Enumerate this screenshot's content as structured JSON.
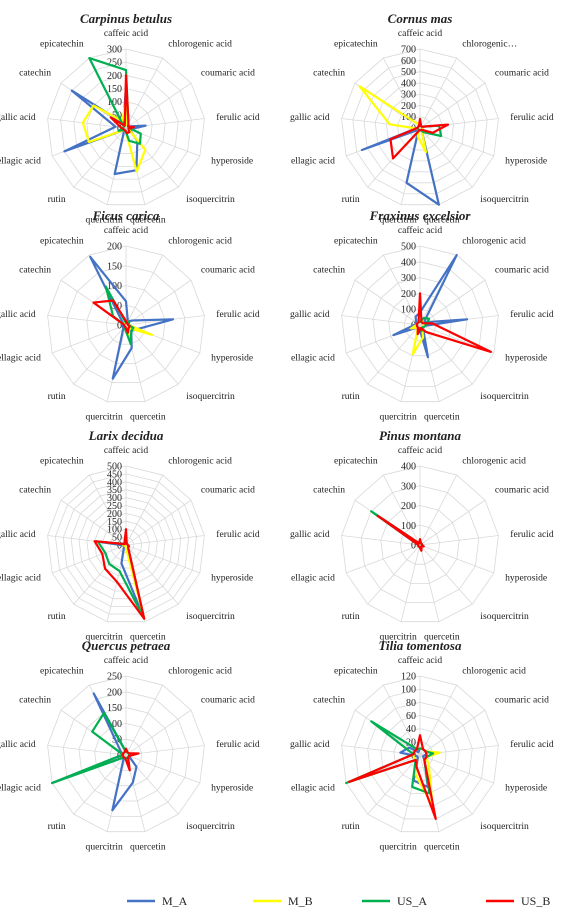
{
  "chart_data": [
    {
      "type": "radar",
      "title": "Carpinus betulus",
      "categories": [
        "caffeic acid",
        "chlorogenic acid",
        "coumaric acid",
        "ferulic acid",
        "hyperoside",
        "isoquercitrin",
        "quercetin",
        "quercitrin",
        "rutin",
        "ellagic acid",
        "gallic acid",
        "catechin",
        "epicatechin"
      ],
      "ticks": [
        "0",
        "50",
        "100",
        "150",
        "200",
        "250",
        "300"
      ],
      "rmax": 300,
      "series": [
        {
          "name": "M_A",
          "values": [
            160,
            15,
            10,
            75,
            15,
            65,
            165,
            180,
            10,
            250,
            40,
            250,
            20
          ]
        },
        {
          "name": "M_B",
          "values": [
            100,
            10,
            10,
            10,
            10,
            110,
            170,
            10,
            10,
            150,
            165,
            150,
            30
          ]
        },
        {
          "name": "US_A",
          "values": [
            220,
            20,
            10,
            10,
            60,
            80,
            50,
            10,
            10,
            30,
            10,
            10,
            300
          ]
        },
        {
          "name": "US_B",
          "values": [
            200,
            20,
            10,
            30,
            10,
            20,
            20,
            10,
            10,
            10,
            20,
            70,
            10
          ]
        }
      ]
    },
    {
      "type": "radar",
      "title": "Cornus mas",
      "categories": [
        "caffeic acid",
        "chlorogenic…",
        "coumaric acid",
        "ferulic acid",
        "hyperoside",
        "isoquercitrin",
        "quercetin",
        "quercitrin",
        "rutin",
        "ellagic acid",
        "gallic acid",
        "catechin",
        "epicatechin"
      ],
      "ticks": [
        "0",
        "100",
        "200",
        "300",
        "400",
        "500",
        "600",
        "700"
      ],
      "rmax": 700,
      "series": [
        {
          "name": "M_A",
          "values": [
            50,
            20,
            20,
            20,
            20,
            20,
            700,
            500,
            20,
            550,
            20,
            20,
            20
          ]
        },
        {
          "name": "M_B",
          "values": [
            50,
            20,
            20,
            20,
            20,
            20,
            220,
            80,
            20,
            20,
            270,
            650,
            40
          ]
        },
        {
          "name": "US_A",
          "values": [
            40,
            20,
            20,
            170,
            200,
            50,
            20,
            20,
            20,
            20,
            20,
            20,
            20
          ]
        },
        {
          "name": "US_B",
          "values": [
            80,
            20,
            20,
            250,
            120,
            20,
            20,
            20,
            360,
            280,
            20,
            20,
            20
          ]
        }
      ]
    },
    {
      "type": "radar",
      "title": "Ficus carica",
      "categories": [
        "caffeic acid",
        "chlorogenic acid",
        "coumaric acid",
        "ferulic acid",
        "hyperoside",
        "isoquercitrin",
        "quercetin",
        "quercitrin",
        "rutin",
        "ellagic acid",
        "gallic acid",
        "catechin",
        "epicatechin"
      ],
      "ticks": [
        "0",
        "50",
        "100",
        "150",
        "200"
      ],
      "rmax": 200,
      "series": [
        {
          "name": "M_A",
          "values": [
            60,
            10,
            20,
            120,
            30,
            20,
            60,
            140,
            10,
            10,
            10,
            10,
            195
          ]
        },
        {
          "name": "M_B",
          "values": [
            5,
            10,
            10,
            5,
            70,
            10,
            40,
            5,
            5,
            5,
            5,
            5,
            5
          ]
        },
        {
          "name": "US_A",
          "values": [
            5,
            10,
            10,
            5,
            20,
            20,
            50,
            10,
            5,
            5,
            5,
            40,
            110
          ]
        },
        {
          "name": "US_B",
          "values": [
            10,
            5,
            5,
            5,
            10,
            10,
            20,
            5,
            5,
            5,
            5,
            100,
            70
          ]
        }
      ]
    },
    {
      "type": "radar",
      "title": "Fraxinus excelsior",
      "categories": [
        "caffeic acid",
        "chlorogenic acid",
        "coumaric acid",
        "ferulic acid",
        "hyperoside",
        "isoquercitrin",
        "quercetin",
        "quercitrin",
        "rutin",
        "ellagic acid",
        "gallic acid",
        "catechin",
        "epicatechin"
      ],
      "ticks": [
        "0",
        "100",
        "200",
        "300",
        "400",
        "500"
      ],
      "rmax": 500,
      "series": [
        {
          "name": "M_A",
          "values": [
            80,
            500,
            30,
            300,
            20,
            30,
            210,
            20,
            20,
            180,
            30,
            30,
            60
          ]
        },
        {
          "name": "M_B",
          "values": [
            30,
            30,
            20,
            30,
            20,
            20,
            80,
            190,
            20,
            60,
            20,
            20,
            20
          ]
        },
        {
          "name": "US_A",
          "values": [
            20,
            50,
            70,
            40,
            30,
            20,
            40,
            20,
            20,
            20,
            20,
            20,
            20
          ]
        },
        {
          "name": "US_B",
          "values": [
            200,
            20,
            20,
            80,
            480,
            60,
            20,
            60,
            20,
            20,
            20,
            20,
            20
          ]
        }
      ]
    },
    {
      "type": "radar",
      "title": "Larix decidua",
      "categories": [
        "caffeic acid",
        "chlorogenic acid",
        "coumaric acid",
        "ferulic acid",
        "hyperoside",
        "isoquercitrin",
        "quercetin",
        "quercitrin",
        "rutin",
        "ellagic acid",
        "gallic acid",
        "catechin",
        "epicatechin"
      ],
      "ticks": [
        "0",
        "50",
        "100",
        "150",
        "200",
        "250",
        "300",
        "350",
        "400",
        "450",
        "500"
      ],
      "rmax": 500,
      "series": [
        {
          "name": "M_A",
          "values": [
            20,
            10,
            10,
            10,
            20,
            20,
            480,
            120,
            20,
            10,
            190,
            10,
            10
          ]
        },
        {
          "name": "M_B",
          "values": [
            20,
            10,
            10,
            10,
            20,
            20,
            480,
            10,
            10,
            10,
            20,
            10,
            10
          ]
        },
        {
          "name": "US_A",
          "values": [
            20,
            10,
            10,
            10,
            20,
            20,
            480,
            170,
            160,
            140,
            180,
            10,
            20
          ]
        },
        {
          "name": "US_B",
          "values": [
            100,
            10,
            10,
            10,
            20,
            20,
            480,
            240,
            200,
            160,
            200,
            10,
            20
          ]
        }
      ]
    },
    {
      "type": "radar",
      "title": "Pinus montana",
      "categories": [
        "caffeic acid",
        "chlorogenic acid",
        "coumaric acid",
        "ferulic acid",
        "hyperoside",
        "isoquercitrin",
        "quercetin",
        "quercitrin",
        "rutin",
        "ellagic acid",
        "gallic acid",
        "catechin",
        "epicatechin"
      ],
      "ticks": [
        "0",
        "100",
        "200",
        "300",
        "400"
      ],
      "rmax": 400,
      "series": [
        {
          "name": "M_A",
          "values": [
            20,
            10,
            10,
            10,
            20,
            10,
            20,
            10,
            10,
            10,
            10,
            280,
            10
          ]
        },
        {
          "name": "M_B",
          "values": [
            10,
            10,
            10,
            10,
            10,
            10,
            10,
            10,
            10,
            10,
            10,
            10,
            10
          ]
        },
        {
          "name": "US_A",
          "values": [
            10,
            10,
            10,
            10,
            10,
            10,
            10,
            10,
            10,
            10,
            10,
            300,
            10
          ]
        },
        {
          "name": "US_B",
          "values": [
            30,
            10,
            10,
            10,
            20,
            10,
            30,
            10,
            10,
            10,
            10,
            260,
            10
          ]
        }
      ]
    },
    {
      "type": "radar",
      "title": "Quercus petraea",
      "categories": [
        "caffeic acid",
        "chlorogenic acid",
        "coumaric acid",
        "ferulic acid",
        "hyperoside",
        "isoquercitrin",
        "quercetin",
        "quercitrin",
        "rutin",
        "ellagic acid",
        "gallic acid",
        "catechin",
        "epicatechin"
      ],
      "ticks": [
        "0",
        "50",
        "100",
        "150",
        "200",
        "250"
      ],
      "rmax": 250,
      "series": [
        {
          "name": "M_A",
          "values": [
            10,
            10,
            10,
            20,
            10,
            50,
            90,
            180,
            10,
            250,
            10,
            20,
            220
          ]
        },
        {
          "name": "M_B",
          "values": [
            10,
            10,
            10,
            10,
            10,
            10,
            10,
            10,
            10,
            10,
            10,
            10,
            10
          ]
        },
        {
          "name": "US_A",
          "values": [
            10,
            10,
            10,
            10,
            10,
            10,
            10,
            10,
            10,
            250,
            10,
            130,
            150
          ]
        },
        {
          "name": "US_B",
          "values": [
            20,
            10,
            10,
            40,
            10,
            10,
            50,
            10,
            10,
            10,
            10,
            10,
            10
          ]
        }
      ]
    },
    {
      "type": "radar",
      "title": "Tilia tomentosa",
      "categories": [
        "caffeic acid",
        "chlorogenic acid",
        "coumaric acid",
        "ferulic acid",
        "hyperoside",
        "isoquercitrin",
        "quercetin",
        "quercitrin",
        "rutin",
        "ellagic acid",
        "gallic acid",
        "catechin",
        "epicatechin"
      ],
      "ticks": [
        "0",
        "20",
        "40",
        "60",
        "80",
        "100",
        "120"
      ],
      "rmax": 120,
      "series": [
        {
          "name": "M_A",
          "values": [
            10,
            10,
            10,
            10,
            5,
            10,
            50,
            40,
            5,
            5,
            30,
            20,
            5
          ]
        },
        {
          "name": "M_B",
          "values": [
            10,
            10,
            10,
            30,
            10,
            20,
            80,
            30,
            10,
            10,
            10,
            10,
            10
          ]
        },
        {
          "name": "US_A",
          "values": [
            10,
            10,
            10,
            20,
            10,
            10,
            60,
            50,
            10,
            120,
            10,
            90,
            10
          ]
        },
        {
          "name": "US_B",
          "values": [
            30,
            10,
            10,
            10,
            10,
            10,
            100,
            20,
            10,
            115,
            10,
            10,
            10
          ]
        }
      ]
    }
  ],
  "legend": [
    {
      "name": "M_A",
      "color": "#4472C4"
    },
    {
      "name": "M_B",
      "color": "#FFFF00"
    },
    {
      "name": "US_A",
      "color": "#00B050"
    },
    {
      "name": "US_B",
      "color": "#FF0000"
    }
  ],
  "grid": true,
  "legend_position": "bottom"
}
